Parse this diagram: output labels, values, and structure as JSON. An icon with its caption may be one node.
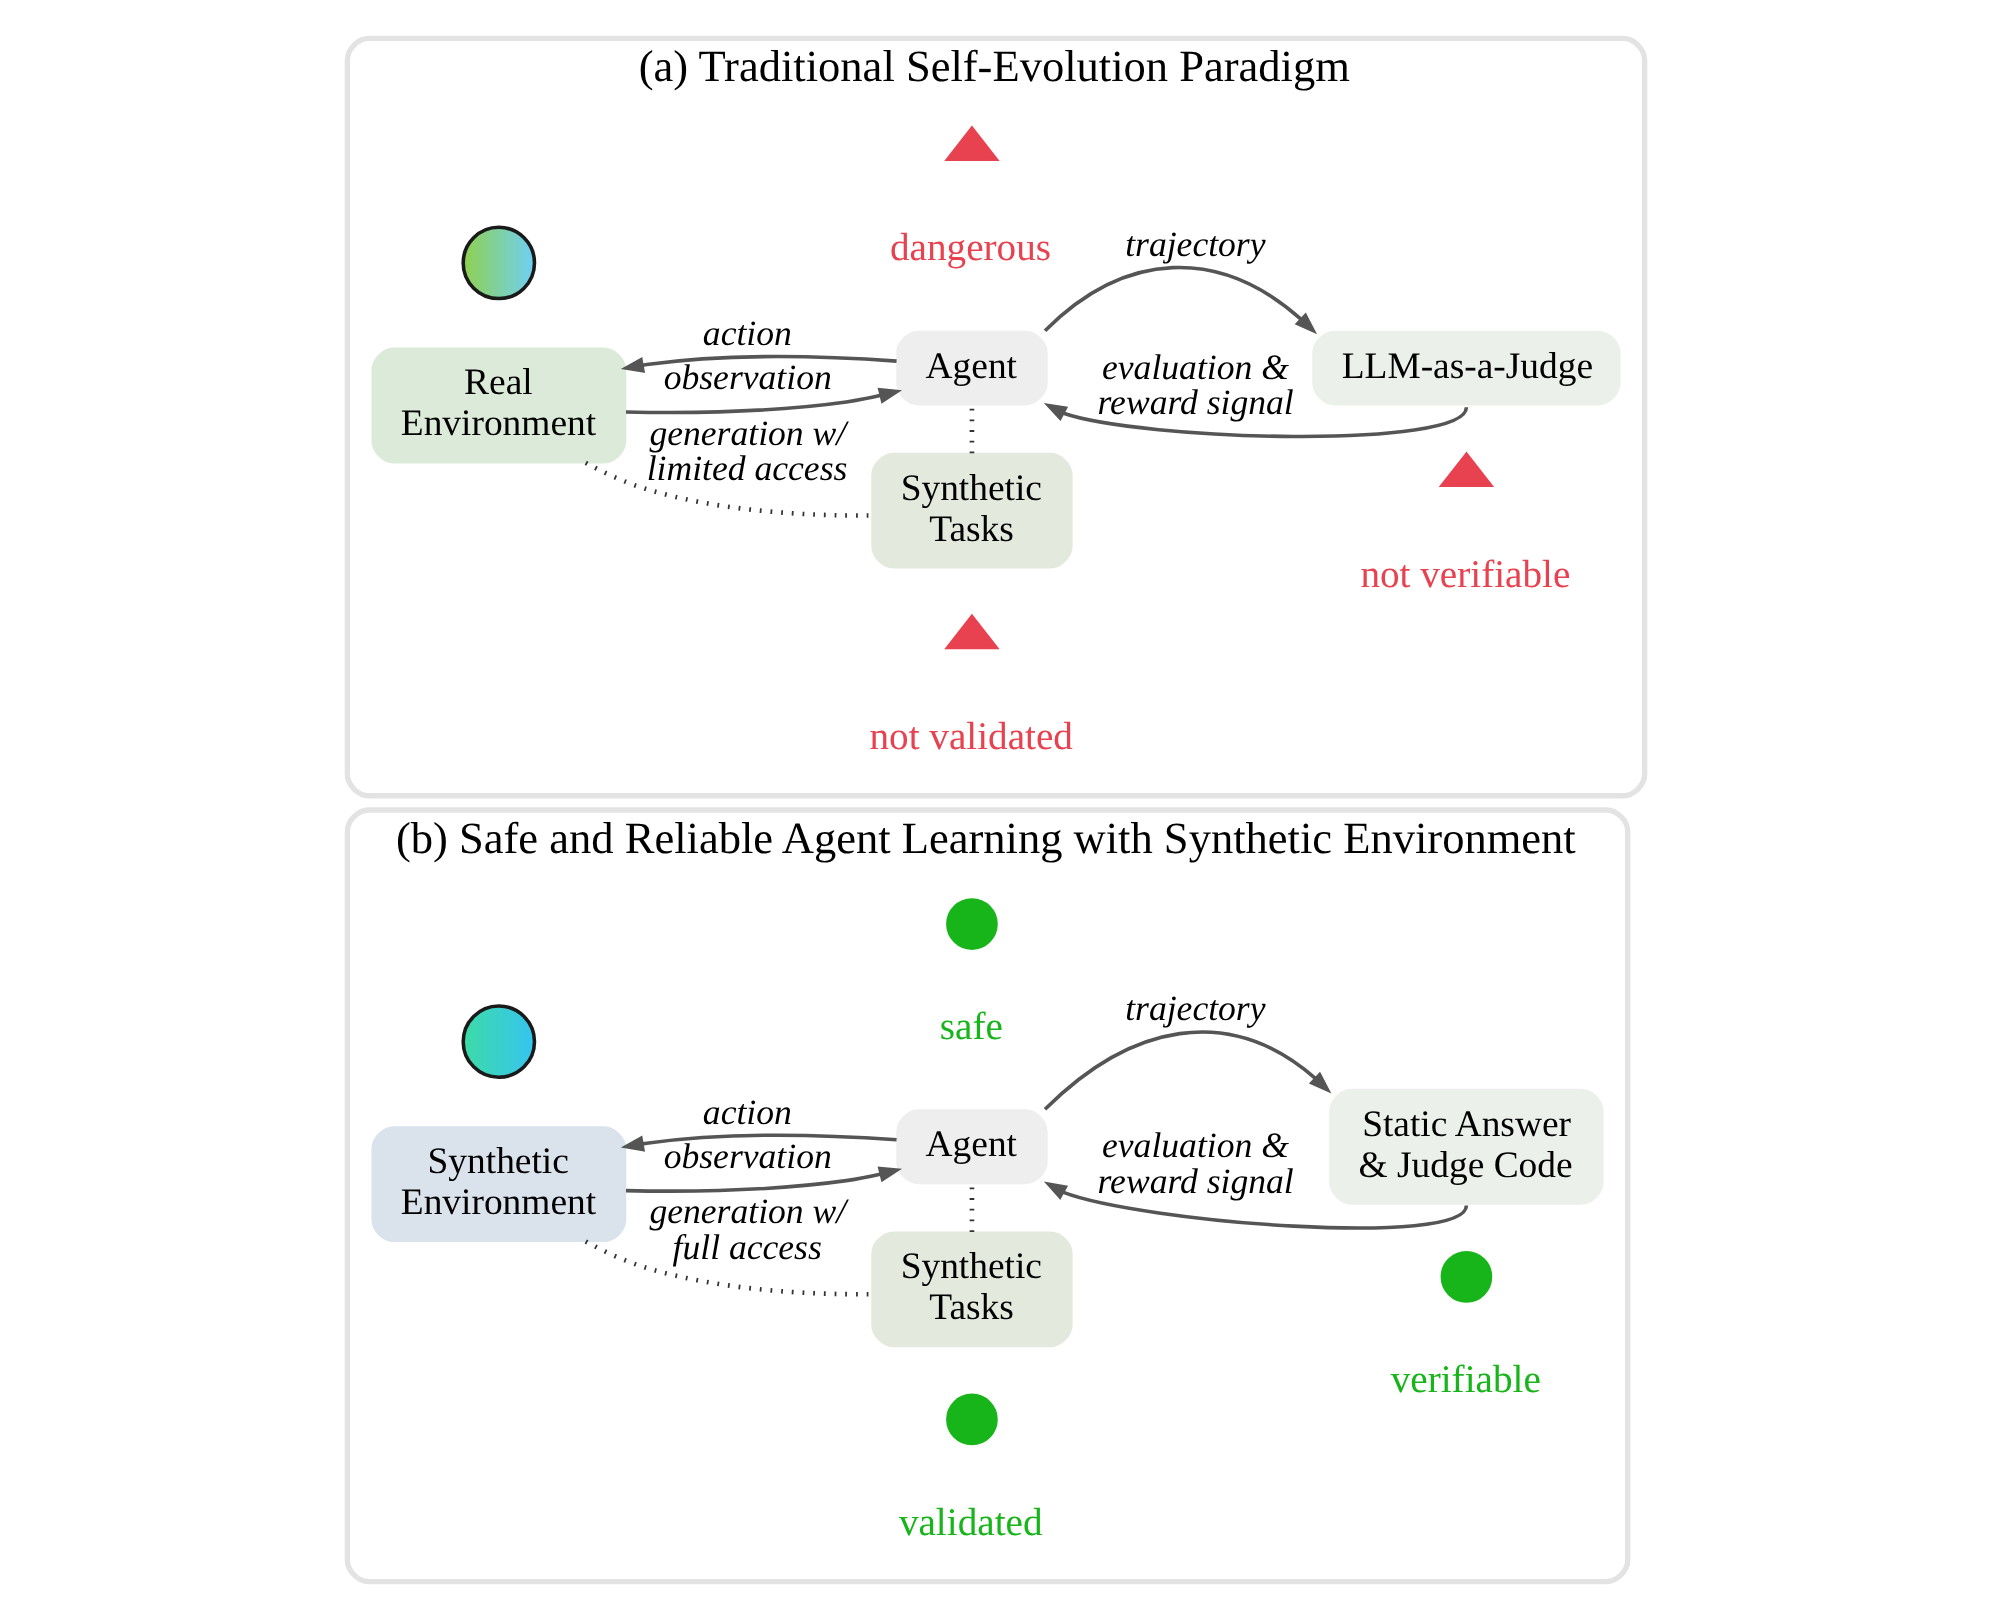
{
  "diagram": {
    "nodes": [
      {
        "text": [
          "(a) Traditional Self-Evolution Paradigm"
        ]
      },
      {
        "text": [],
        "shape": "picture",
        "in": 0
      },
      {
        "text": [],
        "shape": "triangle",
        "in": 0,
        "beside": [
          "dangerous"
        ]
      },
      {
        "text": [
          "Real Environment"
        ],
        "in": 0
      },
      {
        "text": [
          "Agent"
        ],
        "in": 0
      },
      {
        "text": [
          "LLM-as-a-Judge"
        ],
        "in": 0
      },
      {
        "text": [
          "Synthetic Tasks"
        ],
        "in": 0
      },
      {
        "text": [],
        "shape": "triangle",
        "in": 0,
        "beside": [
          "not validated"
        ]
      },
      {
        "text": [],
        "shape": "triangle",
        "in": 0,
        "beside": [
          "not verifiable"
        ]
      },
      {
        "text": [
          "(b) Safe and Reliable Agent Learning with Synthetic Environment"
        ]
      },
      {
        "text": [],
        "shape": "picture",
        "in": 9
      },
      {
        "text": [],
        "shape": "circle",
        "in": 9,
        "beside": [
          "safe"
        ]
      },
      {
        "text": [
          "Synthetic Environment"
        ],
        "in": 9
      },
      {
        "text": [
          "Agent"
        ],
        "in": 9
      },
      {
        "text": [
          "Static Answer & Judge Code"
        ],
        "in": 9
      },
      {
        "text": [
          "Synthetic Tasks"
        ],
        "in": 9
      },
      {
        "text": [],
        "shape": "circle",
        "in": 9,
        "beside": [
          "validated"
        ]
      },
      {
        "text": [],
        "shape": "circle",
        "in": 9,
        "beside": [
          "verifiable"
        ]
      }
    ],
    "edges": [
      {
        "from": 3,
        "to": 4,
        "arrow": "to",
        "label": "observation"
      },
      {
        "from": 4,
        "to": 3,
        "arrow": "to",
        "label": "action"
      },
      {
        "from": 4,
        "to": 5,
        "arrow": "to",
        "label": "trajectory"
      },
      {
        "from": 5,
        "to": 4,
        "arrow": "to",
        "label": "evaluation & reward signal"
      },
      {
        "from": 3,
        "to": 6,
        "arrow": "none",
        "style": "dashed",
        "label": "generation w/ limited access"
      },
      {
        "from": 6,
        "to": 4,
        "arrow": "none",
        "style": "dashed"
      },
      {
        "from": 12,
        "to": 13,
        "arrow": "to",
        "label": "observation"
      },
      {
        "from": 13,
        "to": 12,
        "arrow": "to",
        "label": "action"
      },
      {
        "from": 13,
        "to": 14,
        "arrow": "to",
        "label": "trajectory"
      },
      {
        "from": 14,
        "to": 13,
        "arrow": "to",
        "label": "evaluation & reward signal"
      },
      {
        "from": 12,
        "to": 15,
        "arrow": "none",
        "style": "dashed",
        "label": "generation w/ full access"
      },
      {
        "from": 15,
        "to": 13,
        "arrow": "none",
        "style": "dashed"
      }
    ]
  }
}
